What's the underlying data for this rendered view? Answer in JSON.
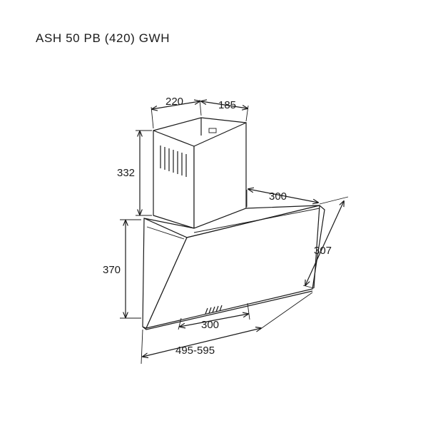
{
  "title": "ASH 50 PB (420) GWH",
  "dimensions": {
    "chimney_width": "220",
    "chimney_depth": "185",
    "chimney_height": "332",
    "canopy_depth": "300",
    "glass_height": "307",
    "body_height": "370",
    "bottom_depth": "300",
    "overall_width": "495-595"
  },
  "colors": {
    "line": "#1a1a1a",
    "background": "#ffffff"
  }
}
